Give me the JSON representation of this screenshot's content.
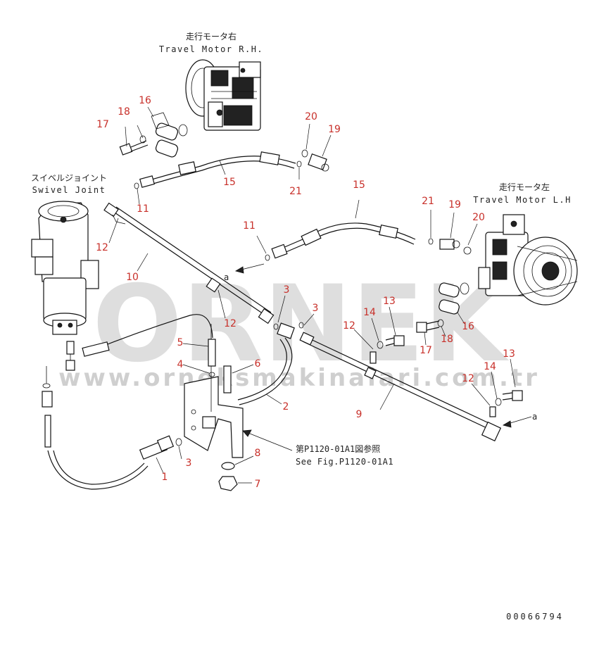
{
  "labels": {
    "motor_rh_jp": "走行モータ右",
    "motor_rh_en": "Travel Motor R.H.",
    "motor_lh_jp": "走行モータ左",
    "motor_lh_en": "Travel Motor L.H",
    "swivel_jp": "スイベルジョイント",
    "swivel_en": "Swivel Joint",
    "see_fig_jp": "第P1120-01A1図参照",
    "see_fig_en": "See Fig.P1120-01A1",
    "ref_a1": "a",
    "ref_a2": "a",
    "drawing_no": "00066794"
  },
  "watermark": {
    "brand": "ORNEK",
    "url": "www.orneksmakinalari.com.tr"
  },
  "parts": {
    "p1": "1",
    "p2": "2",
    "p3a": "3",
    "p3b": "3",
    "p3c": "3",
    "p4": "4",
    "p5": "5",
    "p6": "6",
    "p7": "7",
    "p8": "8",
    "p9": "9",
    "p10": "10",
    "p11a": "11",
    "p11b": "11",
    "p12a": "12",
    "p12b": "12",
    "p12c": "12",
    "p12d": "12",
    "p13a": "13",
    "p13b": "13",
    "p14a": "14",
    "p14b": "14",
    "p15a": "15",
    "p15b": "15",
    "p16a": "16",
    "p16b": "16",
    "p17a": "17",
    "p17b": "17",
    "p18a": "18",
    "p18b": "18",
    "p19a": "19",
    "p19b": "19",
    "p20a": "20",
    "p20b": "20",
    "p21a": "21",
    "p21b": "21"
  },
  "colors": {
    "part_number": "#c8302a",
    "watermark": "#d9d9d9",
    "line": "#111111"
  }
}
